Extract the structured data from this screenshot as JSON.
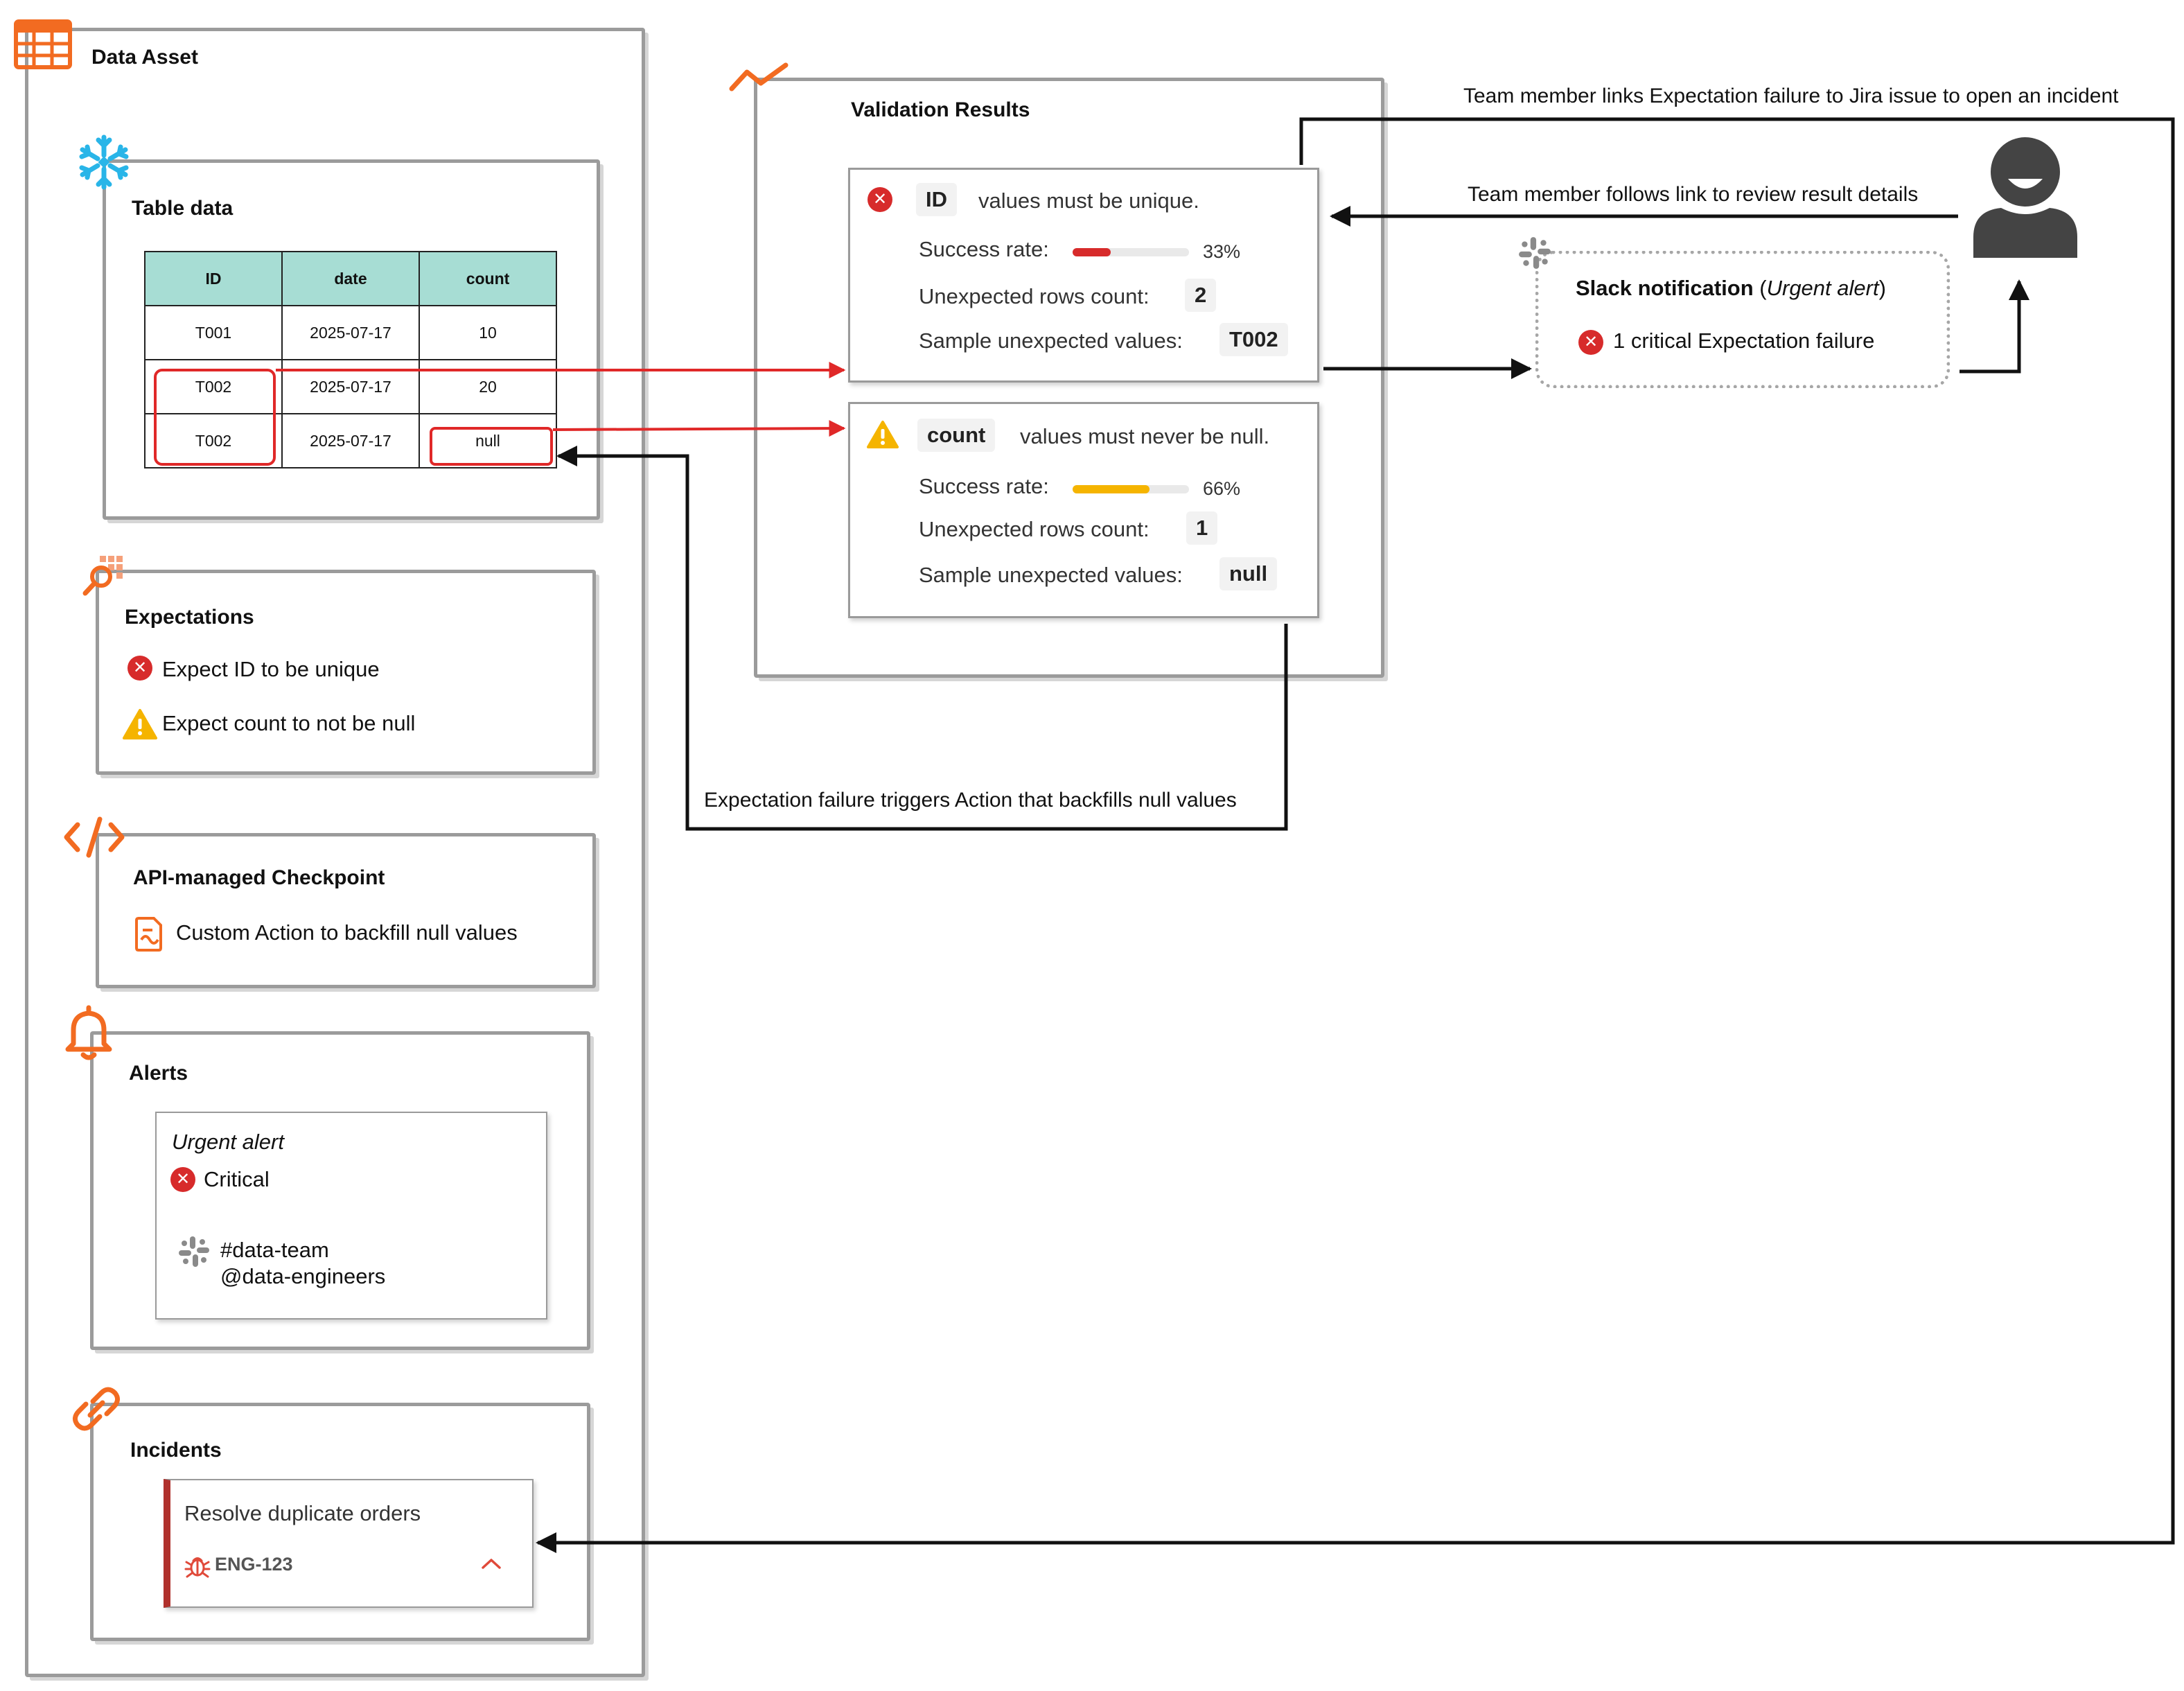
{
  "data_asset": {
    "title": "Data Asset",
    "table": {
      "title": "Table data",
      "headers": [
        "ID",
        "date",
        "count"
      ],
      "rows": [
        [
          "T001",
          "2025-07-17",
          "10"
        ],
        [
          "T002",
          "2025-07-17",
          "20"
        ],
        [
          "T002",
          "2025-07-17",
          "null"
        ]
      ]
    },
    "expectations": {
      "title": "Expectations",
      "items": [
        "Expect ID to be unique",
        "Expect count to not be null"
      ]
    },
    "checkpoint": {
      "title": "API-managed Checkpoint",
      "action": "Custom Action to backfill null values"
    },
    "alerts": {
      "title": "Alerts",
      "alert_name": "Urgent alert",
      "severity": "Critical",
      "channel": "#data-team",
      "group": "@data-engineers"
    },
    "incidents": {
      "title": "Incidents",
      "issue_title": "Resolve duplicate orders",
      "issue_key": "ENG-123"
    }
  },
  "validation_results": {
    "title": "Validation Results",
    "results": [
      {
        "column": "ID",
        "rule": "values must be unique.",
        "success_label": "Success rate:",
        "success_pct": "33%",
        "success_rate": 0.33,
        "rows_label": "Unexpected rows count:",
        "rows_count": "2",
        "sample_label": "Sample unexpected values:",
        "sample_value": "T002",
        "status": "error"
      },
      {
        "column": "count",
        "rule": "values must never be null.",
        "success_label": "Success rate:",
        "success_pct": "66%",
        "success_rate": 0.66,
        "rows_label": "Unexpected rows count:",
        "rows_count": "1",
        "sample_label": "Sample unexpected values:",
        "sample_value": "null",
        "status": "warning"
      }
    ]
  },
  "slack": {
    "title": "Slack notification",
    "title_suffix": "Urgent alert",
    "message": "1 critical Expectation failure"
  },
  "annotations": {
    "jira_link": "Team member links Expectation failure to Jira issue to open an incident",
    "review_link": "Team member follows link to review result details",
    "action_trigger": "Expectation failure triggers Action that backfills null values"
  },
  "colors": {
    "accent_orange": "#f26b21",
    "error_red": "#d72b2b",
    "warning_yellow": "#f5b400",
    "header_teal": "#a7ddd4",
    "snowflake_blue": "#29b5e8"
  },
  "icons": [
    "table-icon",
    "snowflake-icon",
    "expectations-search-icon",
    "code-icon",
    "bell-icon",
    "link-icon",
    "trend-icon",
    "user-icon",
    "slack-icon",
    "bug-icon",
    "document-icon",
    "chevron-up-icon",
    "error-icon",
    "warning-icon"
  ]
}
